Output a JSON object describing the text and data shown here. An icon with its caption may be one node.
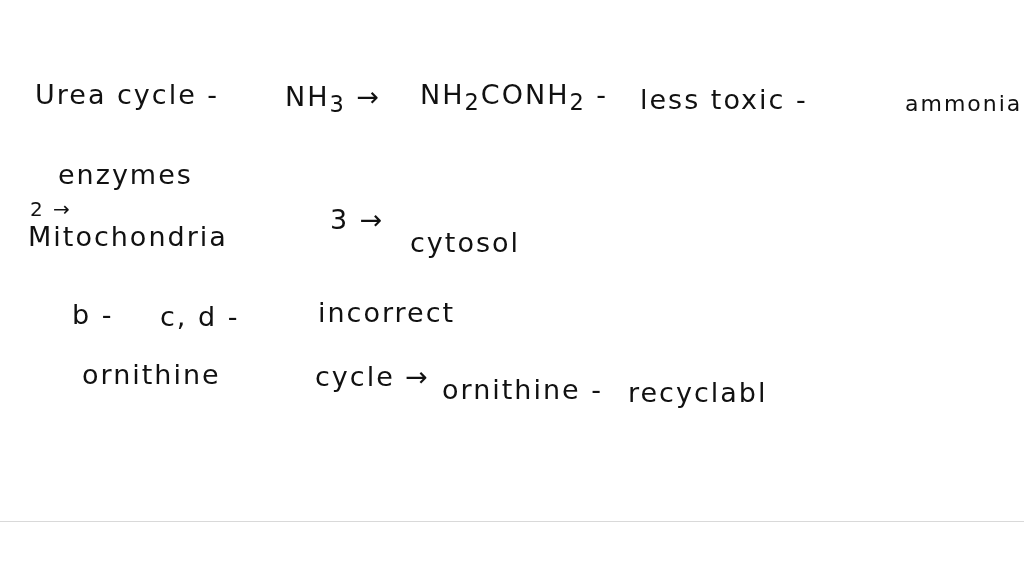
{
  "diagram": {
    "labels": [
      "Urea cycle -",
      "NH$_{3}$ →",
      "NH$_{2}$CONH$_{2}$ -",
      "less toxic -",
      "ammonia",
      "enzymes",
      "2 →",
      "Mitochondria",
      "3 →",
      "cytosol",
      "b -",
      "c, d -",
      "incorrect",
      "ornithine",
      "cycle →",
      "ornithine -",
      "recyclabl"
    ]
  }
}
